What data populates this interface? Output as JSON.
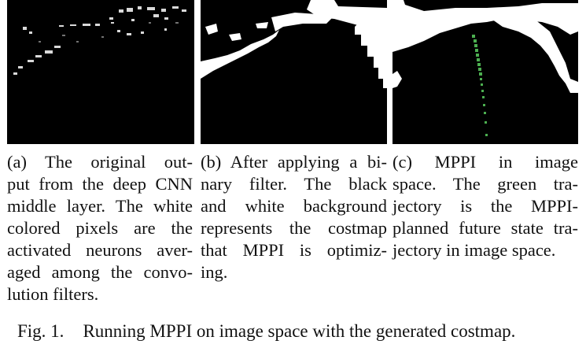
{
  "panels": [
    {
      "id": "a",
      "alt": "CNN middle layer activations",
      "caption_lines": [
        "(a) The original out-",
        "put from the deep CNN",
        "middle layer. The white",
        "colored pixels are the",
        "activated neurons aver-",
        "aged among the convo-",
        "lution filters."
      ]
    },
    {
      "id": "b",
      "alt": "Binary filtered costmap",
      "caption_lines": [
        "(b) After applying a bi-",
        "nary filter. The black",
        "and white background",
        "represents the costmap",
        "that MPPI is optimiz-",
        "ing."
      ]
    },
    {
      "id": "c",
      "alt": "MPPI trajectory in image space",
      "caption_lines": [
        "(c) MPPI in image",
        "space. The green tra-",
        "jectory is the MPPI-",
        "planned future state tra-",
        "jectory in image space."
      ]
    }
  ],
  "figure_caption": {
    "number": "Fig. 1.",
    "text": "Running MPPI on image space with the generated costmap."
  },
  "colors": {
    "background": "#000000",
    "foreground": "#ffffff",
    "trajectory": "#4caf50"
  }
}
